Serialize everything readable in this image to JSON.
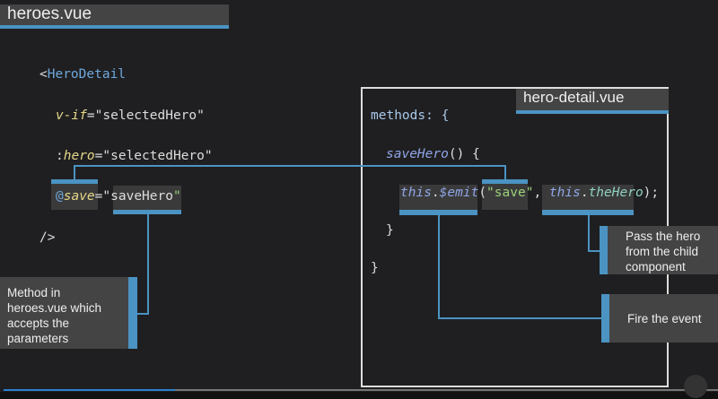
{
  "left_file": {
    "title": "heroes.vue"
  },
  "left_code": {
    "l1_open": "<",
    "l1_tag": "HeroDetail",
    "l2_attr": "v-if",
    "l2_eq": "=",
    "l2_val": "\"selectedHero\"",
    "l3_colon": ":",
    "l3_attr": "hero",
    "l3_eq": "=",
    "l3_val": "\"selectedHero\"",
    "l4_at": "@",
    "l4_attr": "save",
    "l4_eq": "=\"",
    "l4_val": "saveHero",
    "l4_q": "\"",
    "l5": "/>"
  },
  "right_file": {
    "title": "hero-detail.vue"
  },
  "right_code": {
    "l1": "methods: {",
    "l2_fn": "saveHero",
    "l2_rest": "() {",
    "l3_this": "this",
    "l3_dot": ".",
    "l3_emit": "$emit",
    "l3_paren": "(",
    "l3_str": "\"save\"",
    "l3_comma": ", ",
    "l3_this2": "this",
    "l3_dot2": ".",
    "l3_prop": "theHero",
    "l3_end": ");",
    "l4": "}",
    "l5": "}"
  },
  "callouts": {
    "method": "Method in heroes.vue which accepts the parameters",
    "pass": "Pass the hero from the child component",
    "fire": "Fire the event"
  },
  "player": {
    "progress_percent": 24
  },
  "colors": {
    "accent": "#4b93c2",
    "background": "#1f1f21"
  }
}
